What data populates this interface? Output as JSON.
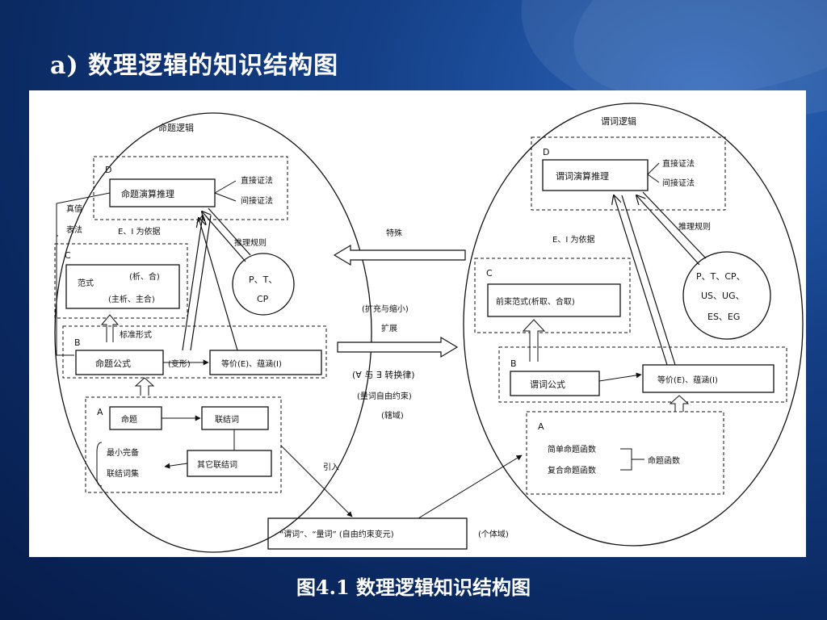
{
  "slide": {
    "title": "a)  数理逻辑的知识结构图",
    "caption": "图4.1  数理逻辑知识结构图"
  },
  "colors": {
    "background": "#0b2a63",
    "accent": "#2a63b8",
    "panel": "#ffffff"
  },
  "left": {
    "title": "命题逻辑",
    "d_label": "D",
    "d_box": "命题演算推理",
    "direct_proof": "直接证法",
    "indirect_proof": "间接证法",
    "truth_value": "真值",
    "table_method": "表法",
    "ei_note": "E、I 为依据",
    "inference_rules": "推理规则",
    "pt_circle_1": "P、T、",
    "pt_circle_2": "CP",
    "c_label": "C",
    "nf_1": "范式",
    "nf_2": "(析、合)",
    "nf_3": "(主析、主合)",
    "std_form": "标准形式",
    "b_label": "B",
    "prop_formula": "命题公式",
    "transform": "(变形)",
    "equiv_implies": "等价(E)、蕴涵(I)",
    "a_label": "A",
    "proposition": "命题",
    "connective": "联结词",
    "minimal_complete": "最小完备",
    "connective_set": "联结词集",
    "other_connectives": "其它联结词"
  },
  "middle": {
    "special": "特殊",
    "extend_shrink": "(扩充与缩小)",
    "expand": "扩展",
    "quantifier_conv": "(∀ 与 ∃ 转换律)",
    "quantifier_free": "(量词自由约束)",
    "domain": "(辖域)",
    "introduce": "引入",
    "pred_quant": "“谓词”、“量词” (自由约束变元)",
    "individual_domain": "(个体域)"
  },
  "right": {
    "title": "谓词逻辑",
    "d_label": "D",
    "d_box": "谓词演算推理",
    "direct_proof": "直接证法",
    "indirect_proof": "间接证法",
    "ei_note": "E、I 为依据",
    "inference_rules": "推理规则",
    "circle_1": "P、T、CP、",
    "circle_2": "US、UG、",
    "circle_3": "ES、EG",
    "c_label": "C",
    "prenex": "前束范式(析取、合取)",
    "b_label": "B",
    "pred_formula": "谓词公式",
    "equiv_implies": "等价(E)、蕴涵(I)",
    "a_label": "A",
    "simple_func": "简单命题函数",
    "compound_func": "复合命题函数",
    "prop_func": "命题函数"
  }
}
